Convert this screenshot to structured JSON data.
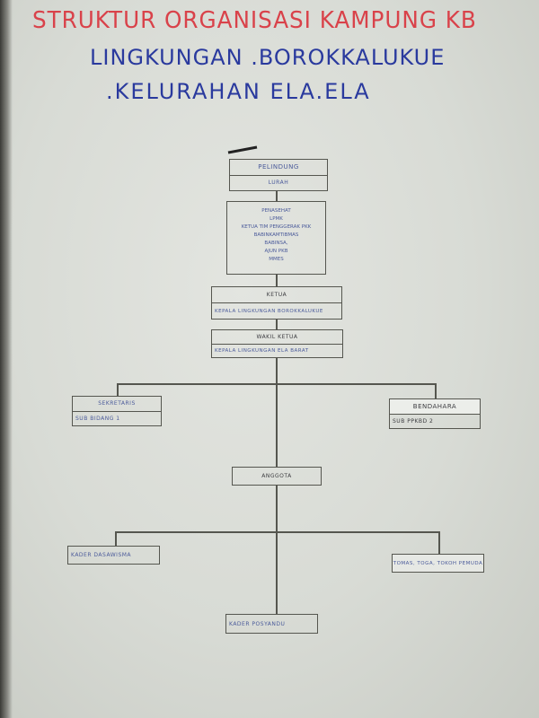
{
  "title": {
    "line1": "STRUKTUR ORGANISASI KAMPUNG KB",
    "line2": "LINGKUNGAN .BOROKKALUKUE",
    "line3": ".KELURAHAN ELA.ELA"
  },
  "chart": {
    "pelindung": {
      "title": "PELINDUNG",
      "name": "LURAH"
    },
    "penasehat": {
      "lines": [
        "PENASEHAT",
        "LPMK",
        "KETUA TIM PENGGERAK PKK",
        "BABINKAMTIBMAS",
        "BABINSA,",
        "AJUN PKB",
        "MMES"
      ]
    },
    "ketua": {
      "title": "KETUA",
      "name": "KEPALA LINGKUNGAN BOROKKALUKUE"
    },
    "wakil": {
      "title": "WAKIL KETUA",
      "name": "KEPALA LINGKUNGAN ELA BARAT"
    },
    "sekretaris": {
      "title": "SEKRETARIS",
      "name": "SUB BIDANG 1"
    },
    "bendahara": {
      "title": "BENDAHARA",
      "name": "SUB PPKBD 2"
    },
    "anggota": {
      "title": "ANGGOTA"
    },
    "kader_left": {
      "title": "KADER DASAWISMA"
    },
    "tokoh": {
      "title": "TOMAS, TOGA, TOKOH PEMUDA"
    },
    "kader_bottom": {
      "title": "KADER POSYANDU"
    }
  }
}
